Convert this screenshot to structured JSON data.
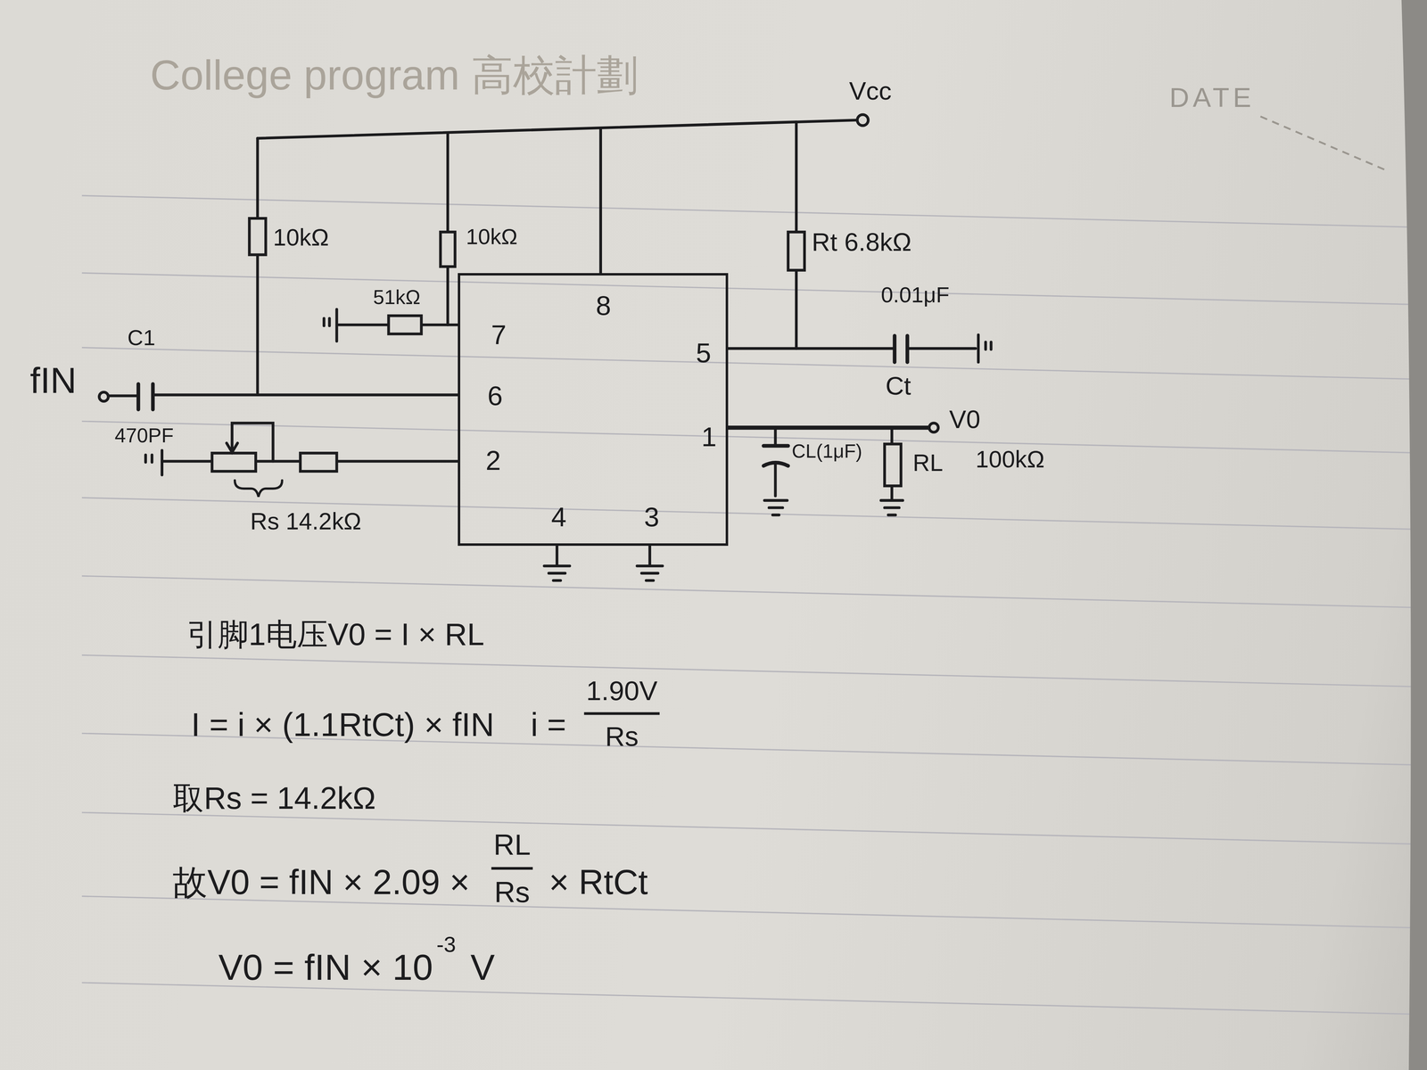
{
  "diagram": {
    "nodes": [
      {
        "text": [
          "8",
          "7",
          "6",
          "5",
          "1",
          "2",
          "4",
          "3"
        ]
      }
    ],
    "labels": [
      "College program 高校計劃",
      "DATE",
      "Vcc",
      "10kΩ",
      "10kΩ",
      "51kΩ",
      "C1",
      "fIN",
      "470PF",
      "Rs 14.2kΩ",
      "Rt 6.8kΩ",
      "0.01μF",
      "Ct",
      "V0",
      "CL(1μF)",
      "RL",
      "100kΩ",
      "引脚1电压V0 = I × RL",
      "I = i × (1.1RtCt) × fIN",
      "i =",
      "1.90V",
      "Rs",
      "取Rs = 14.2kΩ",
      "故V0 = fIN × 2.09 ×",
      "RL",
      "Rs",
      "× RtCt",
      "V0 = fIN × 10",
      "-3",
      "V"
    ]
  }
}
